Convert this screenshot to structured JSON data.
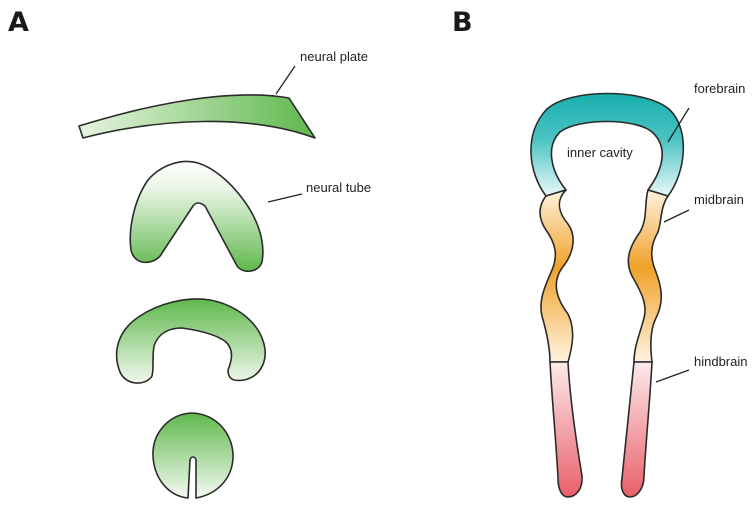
{
  "panels": {
    "a": {
      "letter": "A"
    },
    "b": {
      "letter": "B"
    }
  },
  "labels": {
    "neural_plate": "neural plate",
    "neural_tube": "neural tube",
    "inner_cavity": "inner cavity",
    "forebrain": "forebrain",
    "midbrain": "midbrain",
    "hindbrain": "hindbrain"
  },
  "colors": {
    "neural_green": "#6bbf59",
    "forebrain_teal": "#1fb2b2",
    "midbrain_orange": "#f0a22a",
    "hindbrain_red": "#e8606a",
    "outline": "#2b2b2b"
  }
}
